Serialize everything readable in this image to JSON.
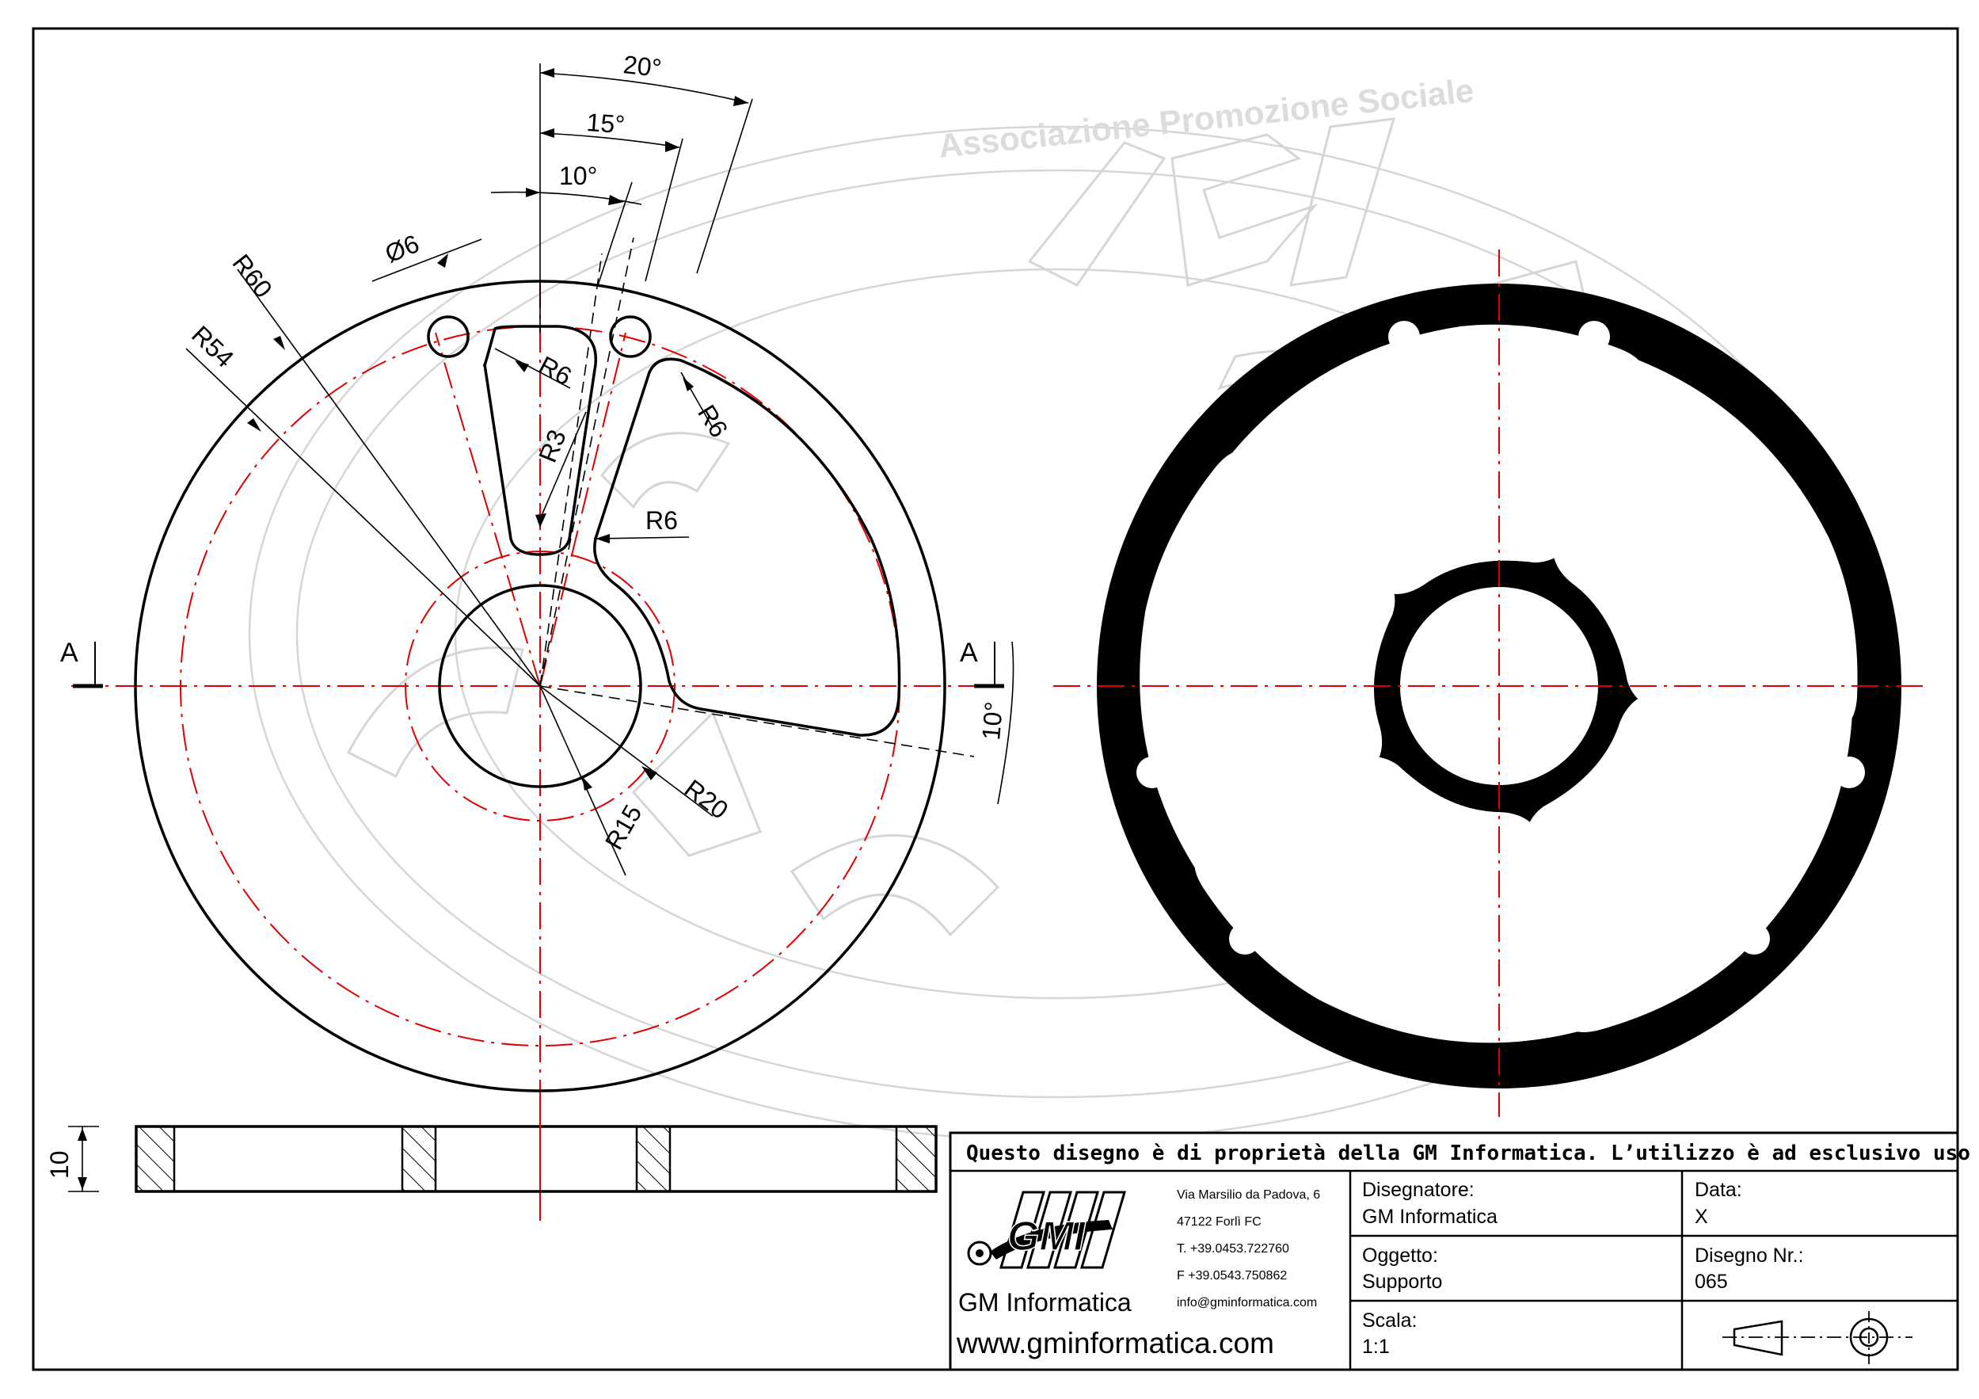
{
  "watermark": {
    "text": "Associazione Promozione Sociale"
  },
  "drawing": {
    "dimensions": {
      "angle_20": "20°",
      "angle_15": "15°",
      "angle_10_top": "10°",
      "angle_10_side": "10°",
      "hole_diameter": "Ø6",
      "radius_60": "R60",
      "radius_54": "R54",
      "radius_20": "R20",
      "radius_15": "R15",
      "radius_6_slot": "R6",
      "radius_3": "R3",
      "radius_6_window": "R6",
      "radius_6_fillet": "R6",
      "thickness": "10"
    },
    "section_left": "A",
    "section_right": "A"
  },
  "title_block": {
    "notice": "Questo disegno è di proprietà della GM Informatica. L’utilizzo è ad esclusivo uso didattico.",
    "logo_text": "GMI",
    "company": "GM Informatica",
    "website": "www.gminformatica.com",
    "address": [
      "Via Marsilio da Padova, 6",
      "47122  Forlì  FC",
      "T. +39.0453.722760",
      "F +39.0543.750862",
      "info@gminformatica.com"
    ],
    "designer_label": "Disegnatore:",
    "designer_value": "GM  Informatica",
    "date_label": "Data:",
    "date_value": "X",
    "object_label": "Oggetto:",
    "object_value": "Supporto",
    "drawing_no_label": "Disegno  Nr.:",
    "drawing_no_value": "065",
    "scale_label": "Scala:",
    "scale_value": "1:1"
  },
  "colors": {
    "line": "#000000",
    "centerline": "#e00000",
    "watermark": "#d4d4d4"
  }
}
